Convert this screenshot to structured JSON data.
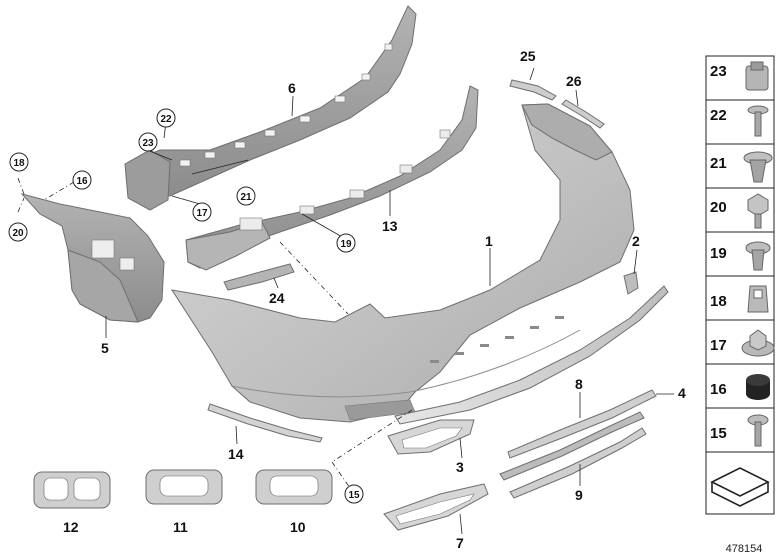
{
  "diagram": {
    "reference_number": "478154",
    "callouts": {
      "c1": "1",
      "c2": "2",
      "c3": "3",
      "c4": "4",
      "c5": "5",
      "c6": "6",
      "c7": "7",
      "c8": "8",
      "c9": "9",
      "c10": "10",
      "c11": "11",
      "c12": "12",
      "c13": "13",
      "c14": "14",
      "c15": "15",
      "c16": "16",
      "c17": "17",
      "c18": "18",
      "c19": "19",
      "c20": "20",
      "c21": "21",
      "c22": "22",
      "c23": "23",
      "c24": "24",
      "c25": "25",
      "c26": "26"
    },
    "side_panel": [
      {
        "number": "23",
        "icon": "clip-nut-icon"
      },
      {
        "number": "22",
        "icon": "screw-icon"
      },
      {
        "number": "21",
        "icon": "expanding-rivet-icon"
      },
      {
        "number": "20",
        "icon": "hex-bolt-icon"
      },
      {
        "number": "19",
        "icon": "push-rivet-icon"
      },
      {
        "number": "18",
        "icon": "spring-nut-icon"
      },
      {
        "number": "17",
        "icon": "collar-nut-icon"
      },
      {
        "number": "16",
        "icon": "rubber-buffer-icon"
      },
      {
        "number": "15",
        "icon": "bolt-icon"
      },
      {
        "number": "",
        "icon": "document-icon"
      }
    ]
  }
}
